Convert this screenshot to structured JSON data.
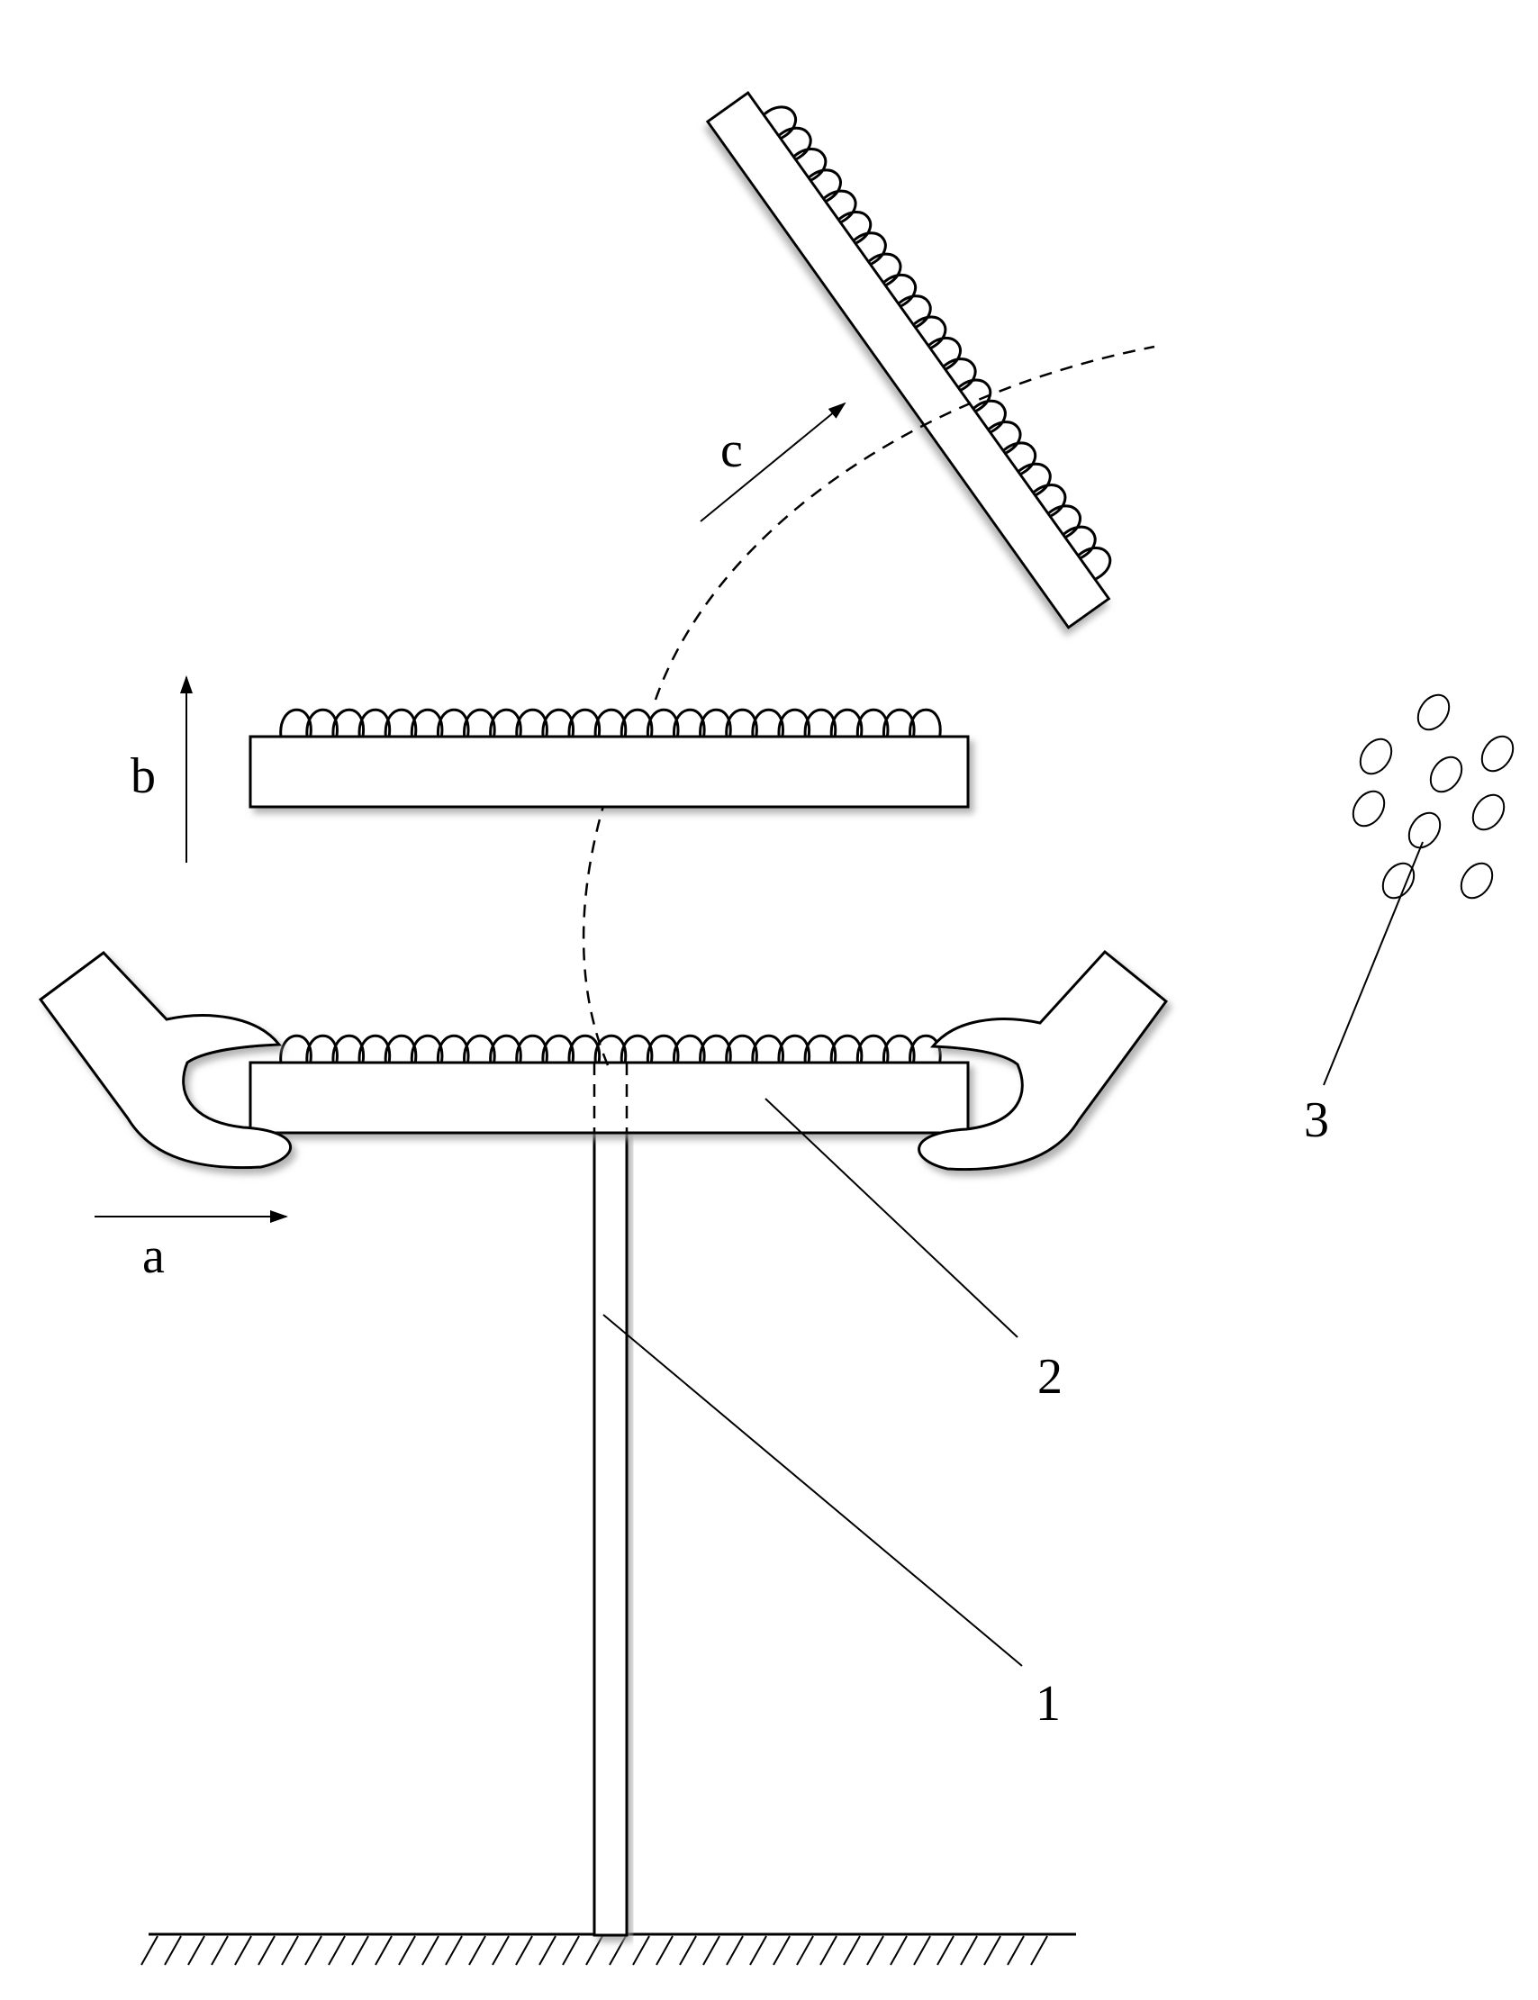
{
  "labels": {
    "arrow_a": "a",
    "arrow_b": "b",
    "arrow_c": "c",
    "part_1": "1",
    "part_2": "2",
    "part_3": "3"
  },
  "colors": {
    "stroke": "#000000",
    "background": "#ffffff",
    "shadow": "#bdbdbd"
  }
}
